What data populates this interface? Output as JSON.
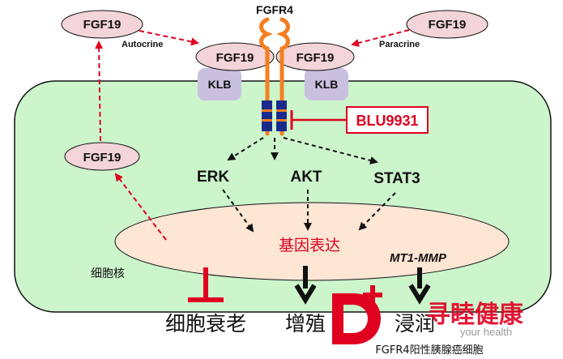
{
  "receptor": {
    "label": "FGFR4"
  },
  "ligand": {
    "label": "FGF19"
  },
  "coreceptor": {
    "label": "KLB"
  },
  "signaling": {
    "autocrine": "Autocrine",
    "paracrine": "Paracrine"
  },
  "inhibitor": {
    "label": "BLU9931"
  },
  "pathways": {
    "erk": "ERK",
    "akt": "AKT",
    "stat3": "STAT3"
  },
  "nucleus": {
    "label": "细胞核",
    "process": "基因表达",
    "mmp": "MT1-MMP"
  },
  "outcomes": {
    "senescence": "细胞衰老",
    "proliferation": "增殖",
    "invasion": "浸润"
  },
  "watermark": {
    "brand": "寻睦健康",
    "slogan": "your health",
    "caption": "FGFR4阳性胰腺癌细胞"
  },
  "colors": {
    "cell_fill": "#ccf5cc",
    "nucleus_fill": "#fde6d4",
    "ligand_fill": "#f3d4d8",
    "klb_fill": "#c9c0e0",
    "receptor": "#f57e20",
    "kinase": "#1a2a8c",
    "red": "#e00020"
  }
}
